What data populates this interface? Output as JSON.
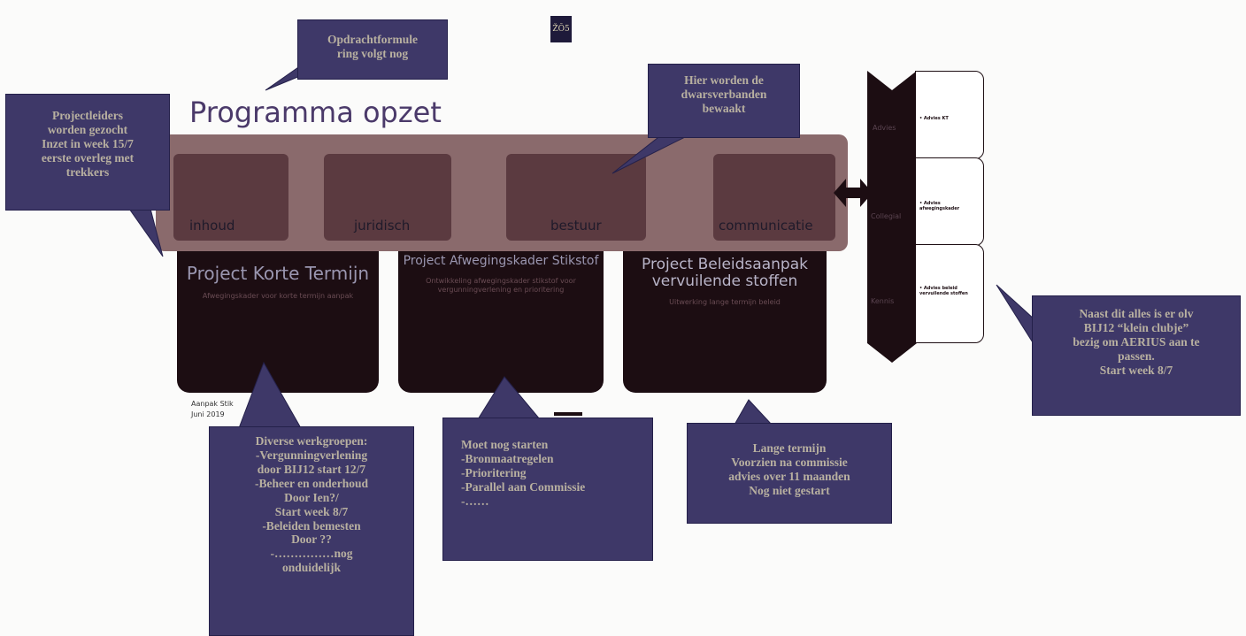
{
  "slide_title": "Programma opzet",
  "logo_text": "ŽŎ5",
  "blocks": [
    "inhoud",
    "juridisch",
    "bestuur",
    "communicatie"
  ],
  "projects": [
    {
      "title": "Project Korte Termijn",
      "subtitle": "Afwegingskader voor korte termijn aanpak"
    },
    {
      "title": "Project Afwegingskader Stikstof",
      "subtitle": "Ontwikkeling afwegingskader stikstof voor vergunningverlening en prioritering"
    },
    {
      "title": "Project Beleidsaanpak vervuilende stoffen",
      "subtitle": "Uitwerking lange termijn beleid"
    }
  ],
  "footer": {
    "line1": "Aanpak Stik",
    "line2": "Juni 2019"
  },
  "side_panel": {
    "labels": [
      "Advies",
      "Collegial",
      "Kennis"
    ],
    "boxes": [
      "• Advies KT",
      "• Advies afwegingskader",
      "• Advies beleid vervuilende stoffen"
    ]
  },
  "callouts": {
    "opdracht": [
      "Opdrachtformule",
      "ring volgt nog"
    ],
    "projectleiders": [
      "Projectleiders",
      "worden gezocht",
      "Inzet in week 15/7",
      "eerste overleg met",
      "trekkers"
    ],
    "dwarsverbanden": [
      "Hier worden de",
      "dwarsverbanden",
      "bewaakt"
    ],
    "naast": [
      "Naast dit alles is er olv",
      "BIJ12 “klein clubje”",
      "bezig om AERIUS aan te",
      "passen.",
      "Start week 8/7"
    ],
    "werkgroepen": [
      "Diverse werkgroepen:",
      "-Vergunningverlening",
      "door BIJ12 start 12/7",
      "-Beheer en onderhoud",
      "Door Ien?/",
      "Start week 8/7",
      "-Beleiden bemesten",
      "Door ??",
      "-……………nog",
      "onduidelijk"
    ],
    "moet": [
      "Moet nog starten",
      "-Bronmaatregelen",
      "-Prioritering",
      "-Parallel aan Commissie",
      "-……"
    ],
    "lange": [
      "Lange termijn",
      "Voorzien na commissie",
      "advies over 11 maanden",
      "Nog niet gestart"
    ]
  }
}
